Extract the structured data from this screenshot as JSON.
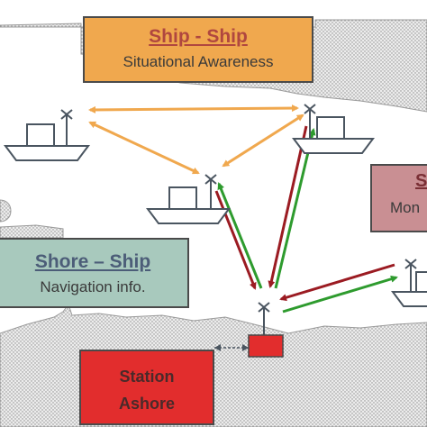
{
  "boxes": {
    "ship_ship": {
      "title": "Ship - Ship",
      "subtitle": "Situational Awareness"
    },
    "shore_ship": {
      "title": "Shore – Ship",
      "subtitle": "Navigation info."
    },
    "monitor": {
      "title": "S",
      "subtitle": "Mon"
    },
    "station": {
      "line1": "Station",
      "line2": "Ashore"
    }
  },
  "colors": {
    "ship_ship_box": "#f0a84e",
    "shore_ship_box": "#a8c9bd",
    "monitor_box": "#c98f93",
    "station_box": "#e22d2d",
    "arrow_ship_to_ship": "#f0a84e",
    "arrow_to_shore": "#9b1b22",
    "arrow_from_shore": "#2e9b2e",
    "land_fill": "#e8e8e8",
    "outline": "#4a5560"
  }
}
